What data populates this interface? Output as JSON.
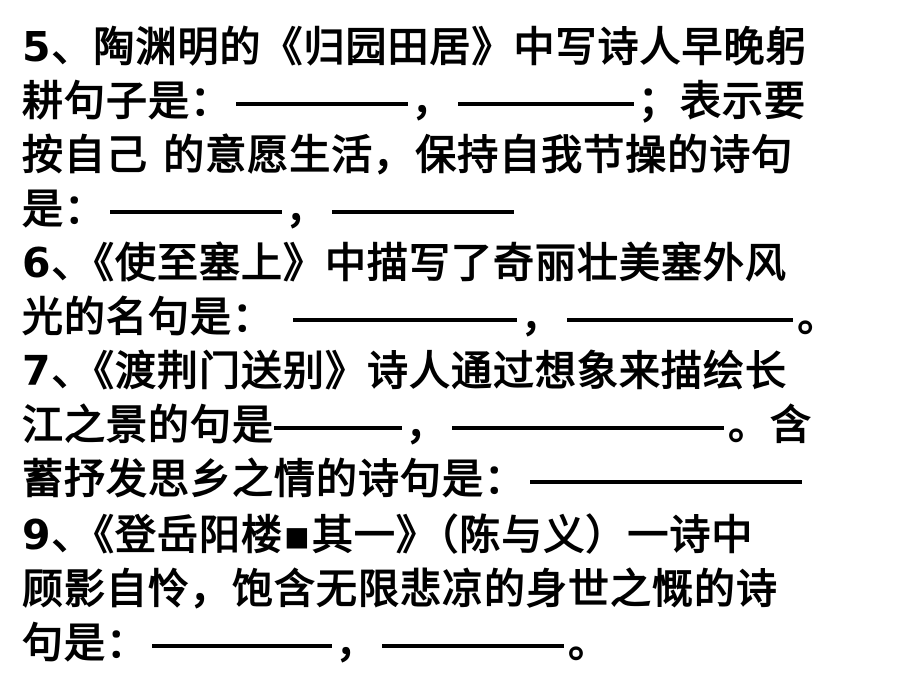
{
  "lines": [
    {
      "a": "5、陶渊明的《归园田居》中写诗人早晚躬"
    },
    {
      "a": "耕句子是：",
      "b": "，",
      "c": "；表示要"
    },
    {
      "a": "按自己 的意愿生活，保持自我节操的诗句"
    },
    {
      "a": "是：",
      "b": "，"
    },
    {
      "a": "6、《使至塞上》中描写了奇丽壮美塞外风"
    },
    {
      "a": "光的名句是： ",
      "b": "，",
      "c": "。"
    },
    {
      "a": "7、《渡荆门送别》诗人通过想象来描绘长"
    },
    {
      "a": "江之景的句是",
      "b": "，",
      "c": "。含"
    },
    {
      "a": "蓄抒发思乡之情的诗句是："
    },
    {
      "a": "9、《登岳阳楼▪其一》（陈与义）一诗中"
    },
    {
      "a": "顾影自怜，饱含无限悲凉的身世之慨的诗"
    },
    {
      "a": "句是：",
      "b": "，",
      "c": "。"
    }
  ]
}
